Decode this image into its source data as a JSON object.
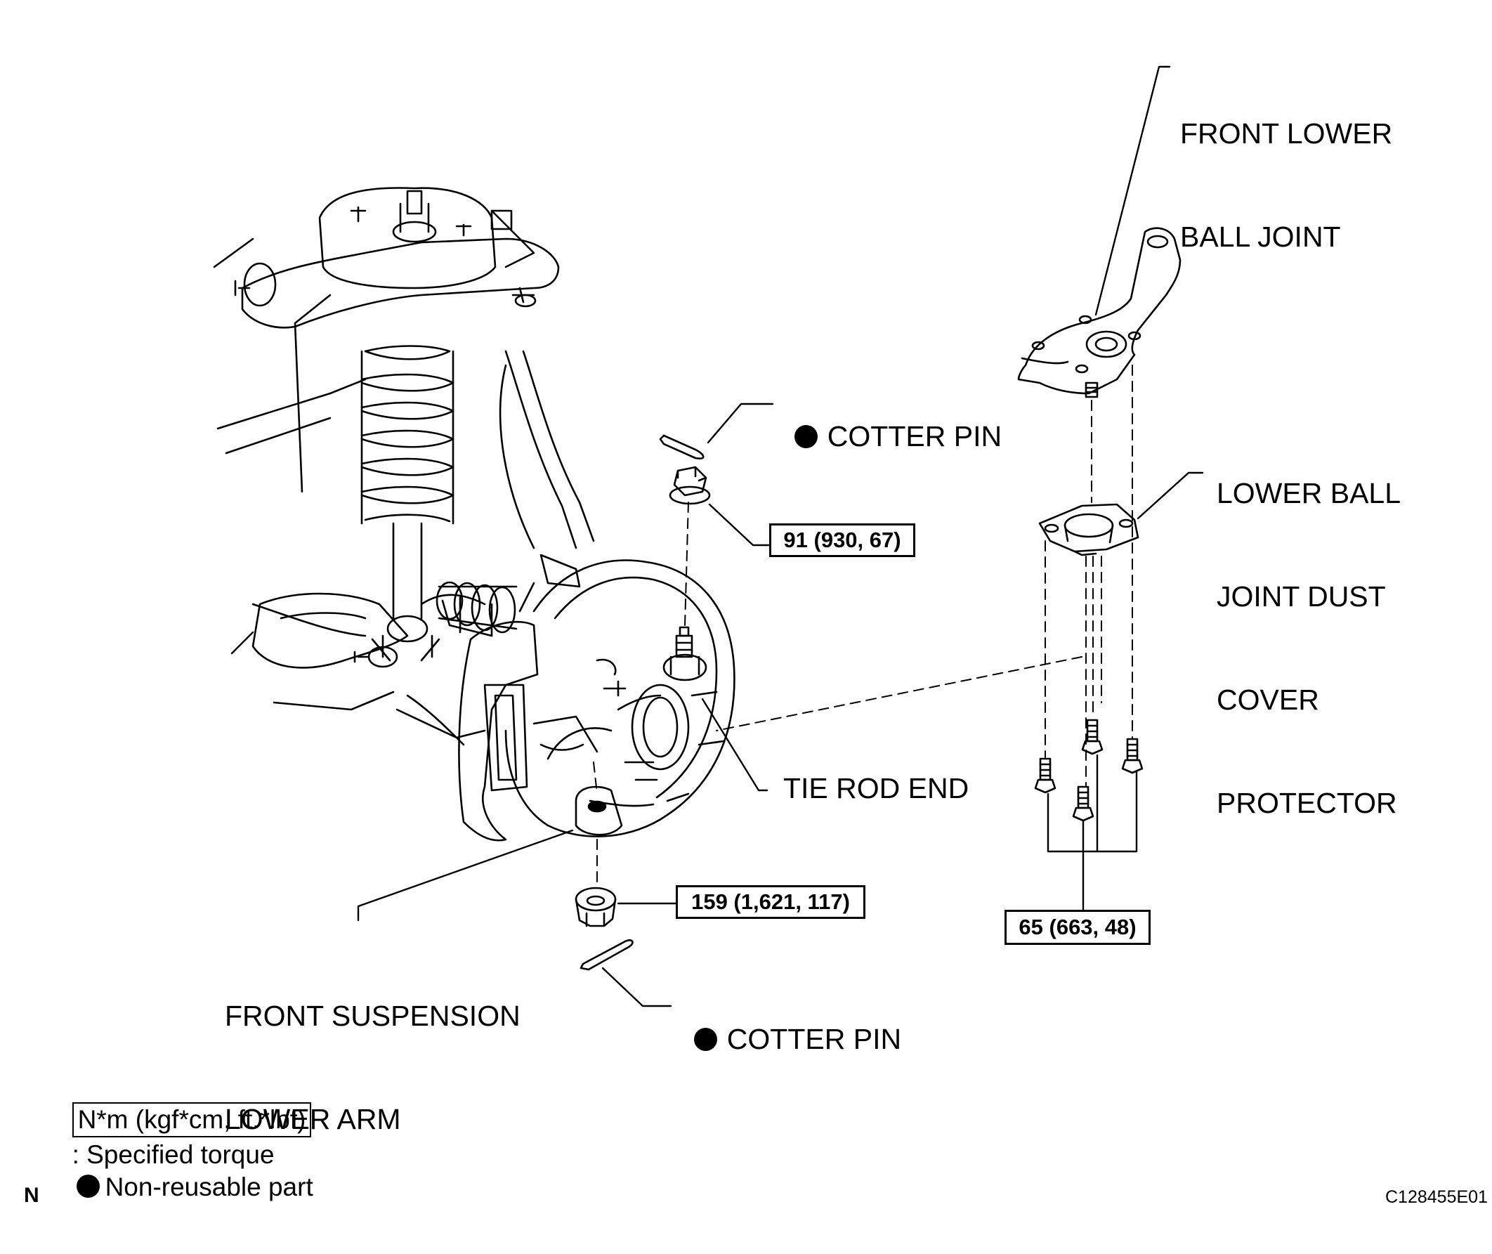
{
  "labels": {
    "front_lower_ball_joint_line1": "FRONT LOWER",
    "front_lower_ball_joint_line2": "BALL JOINT",
    "dust_cover_line1": "LOWER BALL",
    "dust_cover_line2": "JOINT DUST",
    "dust_cover_line3": "COVER",
    "dust_cover_line4": "PROTECTOR",
    "cotter_pin_upper": "COTTER PIN",
    "cotter_pin_lower": "COTTER PIN",
    "tie_rod_end": "TIE ROD END",
    "lower_arm_line1": "FRONT SUSPENSION",
    "lower_arm_line2": "LOWER ARM"
  },
  "torques": {
    "tie_rod_nut": "91 (930, 67)",
    "ball_joint_nut": "159 (1,621, 117)",
    "ball_joint_bolts": "65 (663, 48)"
  },
  "legend": {
    "torque_units": "N*m (kgf*cm, ft.*lbf)",
    "torque_meaning": ": Specified torque",
    "non_reusable": "Non-reusable part"
  },
  "footer": {
    "corner_letter": "N",
    "figure_code": "C128455E01"
  }
}
